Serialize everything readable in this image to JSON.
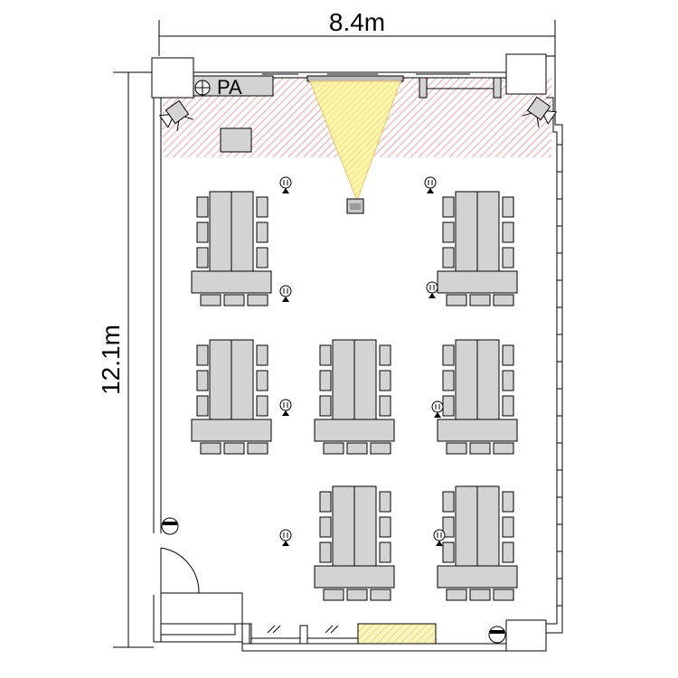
{
  "dimensions": {
    "width_label": "8.4m",
    "height_label": "12.1m"
  },
  "equipment": {
    "pa_label": "PA"
  },
  "layout_counts": {
    "table_groups": 7,
    "floor_outlets": 8
  },
  "colors": {
    "stage_hatch": "#f08a8a",
    "projector_beam": "#fff6a0",
    "table_fill": "#d3d3d3",
    "outline": "#000000",
    "entrance_hatch": "#f5ec9c"
  },
  "icons": [
    "camera-icon",
    "speaker-icon",
    "floor-outlet-icon",
    "projector-icon",
    "door-icon"
  ]
}
